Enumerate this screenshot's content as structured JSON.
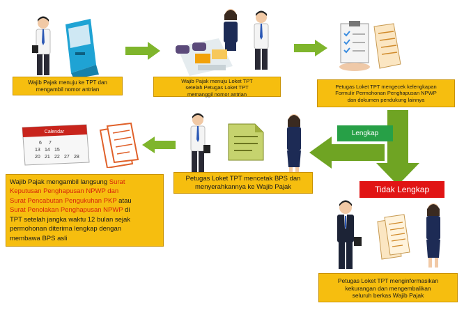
{
  "steps": {
    "step1": [
      "Wajib Pajak menuju ke TPT dan",
      "mengambil nomor antrian"
    ],
    "step2": [
      "Wajib Pajak menuju Loket TPT",
      "setelah Petugas Loket TPT",
      "memanggil nomor antrian"
    ],
    "step3": [
      "Petugas Loket TPT mengecek kelengkapan",
      "Formulir Permohonan Penghapusan NPWP",
      "dan dokumen pendukung lainnya"
    ],
    "step4": [
      "Petugas Loket TPT mencetak BPS dan",
      "menyerahkannya ke Wajib Pajak"
    ],
    "step5": {
      "l1": "Wajib Pajak mengambil langsung ",
      "l1_hl": "Surat",
      "l2_hl": "Keputusan Penghapusan NPWP dan",
      "l3_hl": "Surat Pencabutan Pengukuhan PKP",
      "l3": " atau",
      "l4_hl": "Surat Penolakan Penghapusan NPWP",
      "l4": " di",
      "l5": "TPT setelah jangka waktu 12 bulan sejak",
      "l6": "permohonan diterima lengkap dengan",
      "l7": "membawa BPS asli"
    },
    "step6": [
      "Petugas Loket TPT menginformasikan",
      "kekurangan dan mengembalikan",
      "seluruh berkas Wajib Pajak"
    ]
  },
  "badges": {
    "lengkap": "Lengkap",
    "tidak_lengkap": "Tidak Lengkap"
  },
  "calendar": {
    "header": "Calendar",
    "numbers": [
      "6",
      "7",
      "13",
      "14",
      "15",
      "20",
      "21",
      "22",
      "27",
      "28"
    ]
  },
  "colors": {
    "box": "#f6be0f",
    "arrow": "#7fb52c",
    "green_badge": "#27a047",
    "red_badge": "#e11414",
    "highlight": "#d6250b"
  }
}
